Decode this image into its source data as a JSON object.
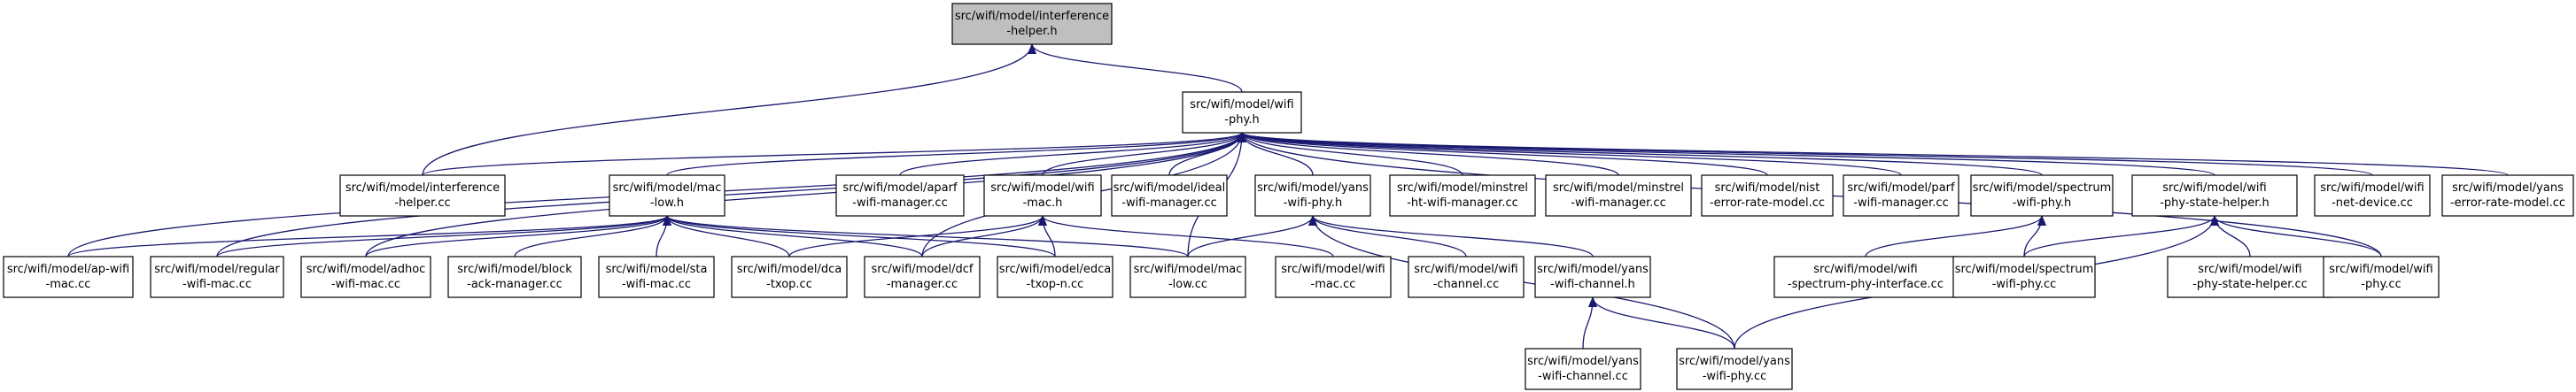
{
  "colors": {
    "edge": "#191970",
    "node_border": "#000000",
    "root_fill": "#bfbfbf",
    "node_fill": "#ffffff"
  },
  "nodes": [
    {
      "id": "interference_h",
      "lines": [
        "src/wifi/model/interference",
        "-helper.h"
      ],
      "root": true
    },
    {
      "id": "wifi_phy_h",
      "lines": [
        "src/wifi/model/wifi",
        "-phy.h"
      ]
    },
    {
      "id": "interference_cc",
      "lines": [
        "src/wifi/model/interference",
        "-helper.cc"
      ]
    },
    {
      "id": "mac_low_h",
      "lines": [
        "src/wifi/model/mac",
        "-low.h"
      ]
    },
    {
      "id": "aparf",
      "lines": [
        "src/wifi/model/aparf",
        "-wifi-manager.cc"
      ]
    },
    {
      "id": "wifi_mac_h",
      "lines": [
        "src/wifi/model/wifi",
        "-mac.h"
      ]
    },
    {
      "id": "ideal",
      "lines": [
        "src/wifi/model/ideal",
        "-wifi-manager.cc"
      ]
    },
    {
      "id": "yans_phy_h",
      "lines": [
        "src/wifi/model/yans",
        "-wifi-phy.h"
      ]
    },
    {
      "id": "minstrel_ht",
      "lines": [
        "src/wifi/model/minstrel",
        "-ht-wifi-manager.cc"
      ]
    },
    {
      "id": "minstrel",
      "lines": [
        "src/wifi/model/minstrel",
        "-wifi-manager.cc"
      ]
    },
    {
      "id": "nist",
      "lines": [
        "src/wifi/model/nist",
        "-error-rate-model.cc"
      ]
    },
    {
      "id": "parf",
      "lines": [
        "src/wifi/model/parf",
        "-wifi-manager.cc"
      ]
    },
    {
      "id": "spectrum_h",
      "lines": [
        "src/wifi/model/spectrum",
        "-wifi-phy.h"
      ]
    },
    {
      "id": "phy_state_h",
      "lines": [
        "src/wifi/model/wifi",
        "-phy-state-helper.h"
      ]
    },
    {
      "id": "net_device",
      "lines": [
        "src/wifi/model/wifi",
        "-net-device.cc"
      ]
    },
    {
      "id": "yans_error",
      "lines": [
        "src/wifi/model/yans",
        "-error-rate-model.cc"
      ]
    },
    {
      "id": "ap_wifi",
      "lines": [
        "src/wifi/model/ap-wifi",
        "-mac.cc"
      ]
    },
    {
      "id": "regular",
      "lines": [
        "src/wifi/model/regular",
        "-wifi-mac.cc"
      ]
    },
    {
      "id": "adhoc",
      "lines": [
        "src/wifi/model/adhoc",
        "-wifi-mac.cc"
      ]
    },
    {
      "id": "block_ack",
      "lines": [
        "src/wifi/model/block",
        "-ack-manager.cc"
      ]
    },
    {
      "id": "sta",
      "lines": [
        "src/wifi/model/sta",
        "-wifi-mac.cc"
      ]
    },
    {
      "id": "dca",
      "lines": [
        "src/wifi/model/dca",
        "-txop.cc"
      ]
    },
    {
      "id": "dcf",
      "lines": [
        "src/wifi/model/dcf",
        "-manager.cc"
      ]
    },
    {
      "id": "edca",
      "lines": [
        "src/wifi/model/edca",
        "-txop-n.cc"
      ]
    },
    {
      "id": "mac_low_cc",
      "lines": [
        "src/wifi/model/mac",
        "-low.cc"
      ]
    },
    {
      "id": "wifi_mac_cc",
      "lines": [
        "src/wifi/model/wifi",
        "-mac.cc"
      ]
    },
    {
      "id": "wifi_channel",
      "lines": [
        "src/wifi/model/wifi",
        "-channel.cc"
      ]
    },
    {
      "id": "yans_channel_h",
      "lines": [
        "src/wifi/model/yans",
        "-wifi-channel.h"
      ]
    },
    {
      "id": "spectrum_iface",
      "lines": [
        "src/wifi/model/wifi",
        "-spectrum-phy-interface.cc"
      ]
    },
    {
      "id": "spectrum_cc",
      "lines": [
        "src/wifi/model/spectrum",
        "-wifi-phy.cc"
      ]
    },
    {
      "id": "phy_state_cc",
      "lines": [
        "src/wifi/model/wifi",
        "-phy-state-helper.cc"
      ]
    },
    {
      "id": "wifi_phy_cc",
      "lines": [
        "src/wifi/model/wifi",
        "-phy.cc"
      ]
    },
    {
      "id": "yans_channel_cc",
      "lines": [
        "src/wifi/model/yans",
        "-wifi-channel.cc"
      ]
    },
    {
      "id": "yans_phy_cc",
      "lines": [
        "src/wifi/model/yans",
        "-wifi-phy.cc"
      ]
    }
  ],
  "edges": [
    [
      "interference_h",
      "wifi_phy_h"
    ],
    [
      "interference_h",
      "interference_cc"
    ],
    [
      "wifi_phy_h",
      "interference_cc"
    ],
    [
      "wifi_phy_h",
      "mac_low_h"
    ],
    [
      "wifi_phy_h",
      "aparf"
    ],
    [
      "wifi_phy_h",
      "wifi_mac_h"
    ],
    [
      "wifi_phy_h",
      "ideal"
    ],
    [
      "wifi_phy_h",
      "yans_phy_h"
    ],
    [
      "wifi_phy_h",
      "minstrel_ht"
    ],
    [
      "wifi_phy_h",
      "minstrel"
    ],
    [
      "wifi_phy_h",
      "nist"
    ],
    [
      "wifi_phy_h",
      "parf"
    ],
    [
      "wifi_phy_h",
      "spectrum_h"
    ],
    [
      "wifi_phy_h",
      "phy_state_h"
    ],
    [
      "wifi_phy_h",
      "net_device"
    ],
    [
      "wifi_phy_h",
      "yans_error"
    ],
    [
      "wifi_phy_h",
      "ap_wifi"
    ],
    [
      "wifi_phy_h",
      "regular"
    ],
    [
      "wifi_phy_h",
      "adhoc"
    ],
    [
      "wifi_phy_h",
      "dcf"
    ],
    [
      "wifi_phy_h",
      "mac_low_cc"
    ],
    [
      "wifi_phy_h",
      "wifi_phy_cc"
    ],
    [
      "mac_low_h",
      "ap_wifi"
    ],
    [
      "mac_low_h",
      "regular"
    ],
    [
      "mac_low_h",
      "adhoc"
    ],
    [
      "mac_low_h",
      "block_ack"
    ],
    [
      "mac_low_h",
      "sta"
    ],
    [
      "mac_low_h",
      "dca"
    ],
    [
      "mac_low_h",
      "dcf"
    ],
    [
      "mac_low_h",
      "edca"
    ],
    [
      "mac_low_h",
      "mac_low_cc"
    ],
    [
      "wifi_mac_h",
      "dca"
    ],
    [
      "wifi_mac_h",
      "dcf"
    ],
    [
      "wifi_mac_h",
      "edca"
    ],
    [
      "wifi_mac_h",
      "wifi_mac_cc"
    ],
    [
      "yans_phy_h",
      "mac_low_cc"
    ],
    [
      "yans_phy_h",
      "wifi_channel"
    ],
    [
      "yans_phy_h",
      "yans_channel_h"
    ],
    [
      "yans_phy_h",
      "yans_phy_cc"
    ],
    [
      "spectrum_h",
      "spectrum_iface"
    ],
    [
      "spectrum_h",
      "spectrum_cc"
    ],
    [
      "phy_state_h",
      "spectrum_cc"
    ],
    [
      "phy_state_h",
      "phy_state_cc"
    ],
    [
      "phy_state_h",
      "wifi_phy_cc"
    ],
    [
      "phy_state_h",
      "yans_phy_cc"
    ],
    [
      "yans_channel_h",
      "yans_channel_cc"
    ],
    [
      "yans_channel_h",
      "yans_phy_cc"
    ]
  ]
}
